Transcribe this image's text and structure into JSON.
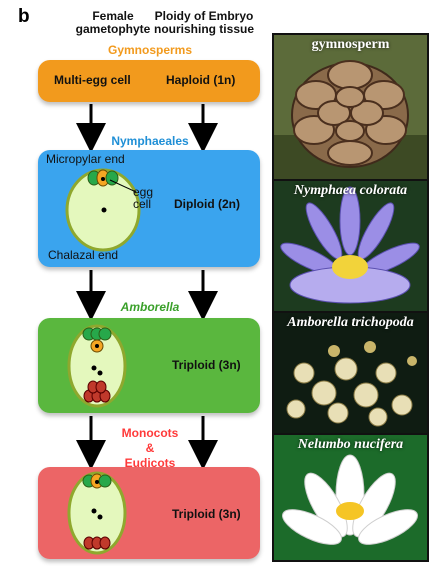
{
  "panel_letter": "b",
  "headers": {
    "female": "Female\ngametophyte",
    "ploidy": "Ploidy of Embryo\nnourishing tissue"
  },
  "groups": {
    "gymnosperms": "Gymnosperms",
    "nymphaeales": "Nymphaeales",
    "amborella": "Amborella",
    "monocots": "Monocots\n&\nEudicots"
  },
  "boxes": {
    "gym_left": "Multi-egg cell",
    "gym_right": "Haploid (1n)",
    "nym_micropylar": "Micropylar end",
    "nym_egg": "egg\ncell",
    "nym_chalazal": "Chalazal end",
    "nym_right": "Diploid (2n)",
    "amb_right": "Triploid (3n)",
    "mono_right": "Triploid (3n)"
  },
  "photos": {
    "gymnosperm": "gymnosperm",
    "nymphaea": "Nymphaea colorata",
    "amborella": "Amborella trichopoda",
    "nelumbo": "Nelumbo nucifera"
  },
  "colors": {
    "gymnosperm": "#f29a1d",
    "nymphaeales": "#3aa4ee",
    "amborella": "#5ab73e",
    "monocots": "#ec6566"
  }
}
